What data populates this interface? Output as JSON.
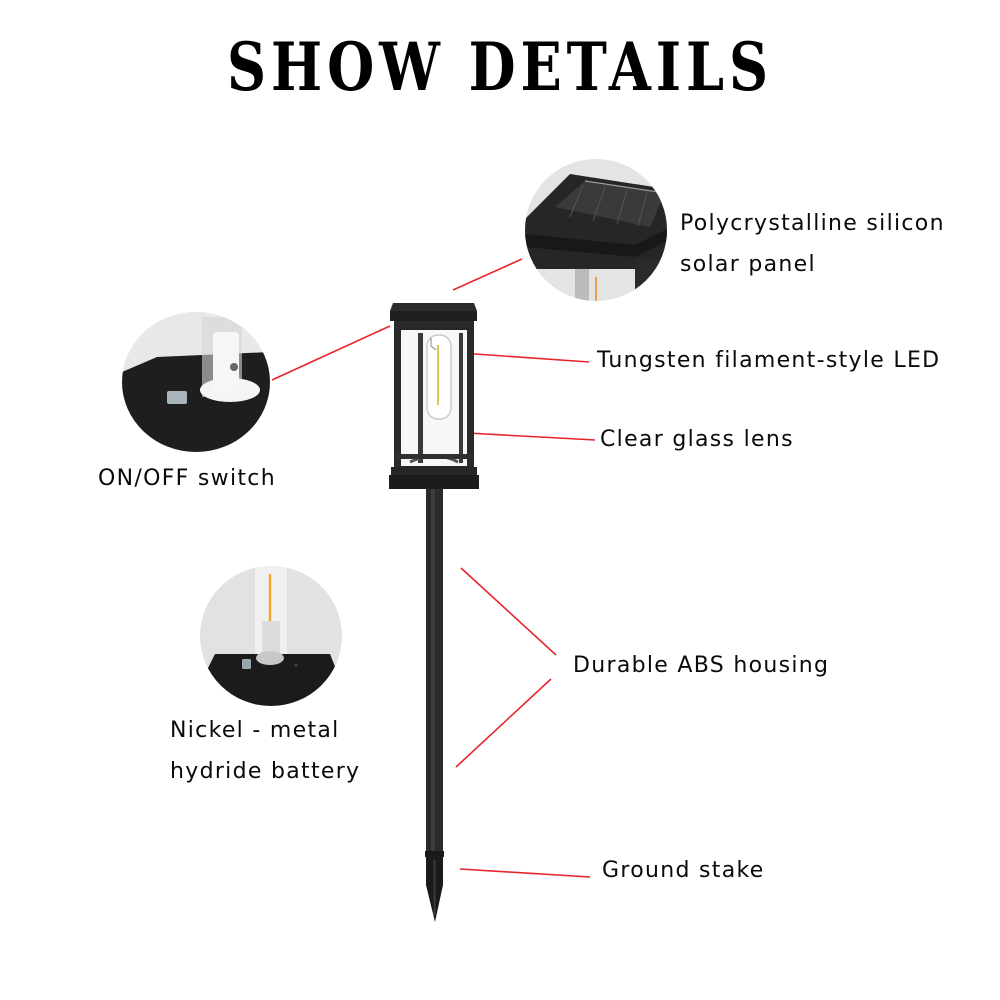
{
  "title": "SHOW DETAILS",
  "colors": {
    "leader_line": "#e8242b",
    "lamp_body": "#2b2b2b",
    "filament": "#f2a531",
    "circle_bg": "#e4e4e4"
  },
  "callouts": [
    {
      "id": "solar-panel",
      "lines": [
        "Polycrystalline silicon",
        "solar panel"
      ]
    },
    {
      "id": "led",
      "lines": [
        "Tungsten filament-style LED"
      ]
    },
    {
      "id": "lens",
      "lines": [
        "Clear glass lens"
      ]
    },
    {
      "id": "switch",
      "lines": [
        "ON/OFF switch"
      ]
    },
    {
      "id": "housing",
      "lines": [
        "Durable ABS housing"
      ]
    },
    {
      "id": "battery",
      "lines": [
        "Nickel - metal",
        "hydride battery"
      ]
    },
    {
      "id": "stake",
      "lines": [
        "Ground stake"
      ]
    }
  ]
}
